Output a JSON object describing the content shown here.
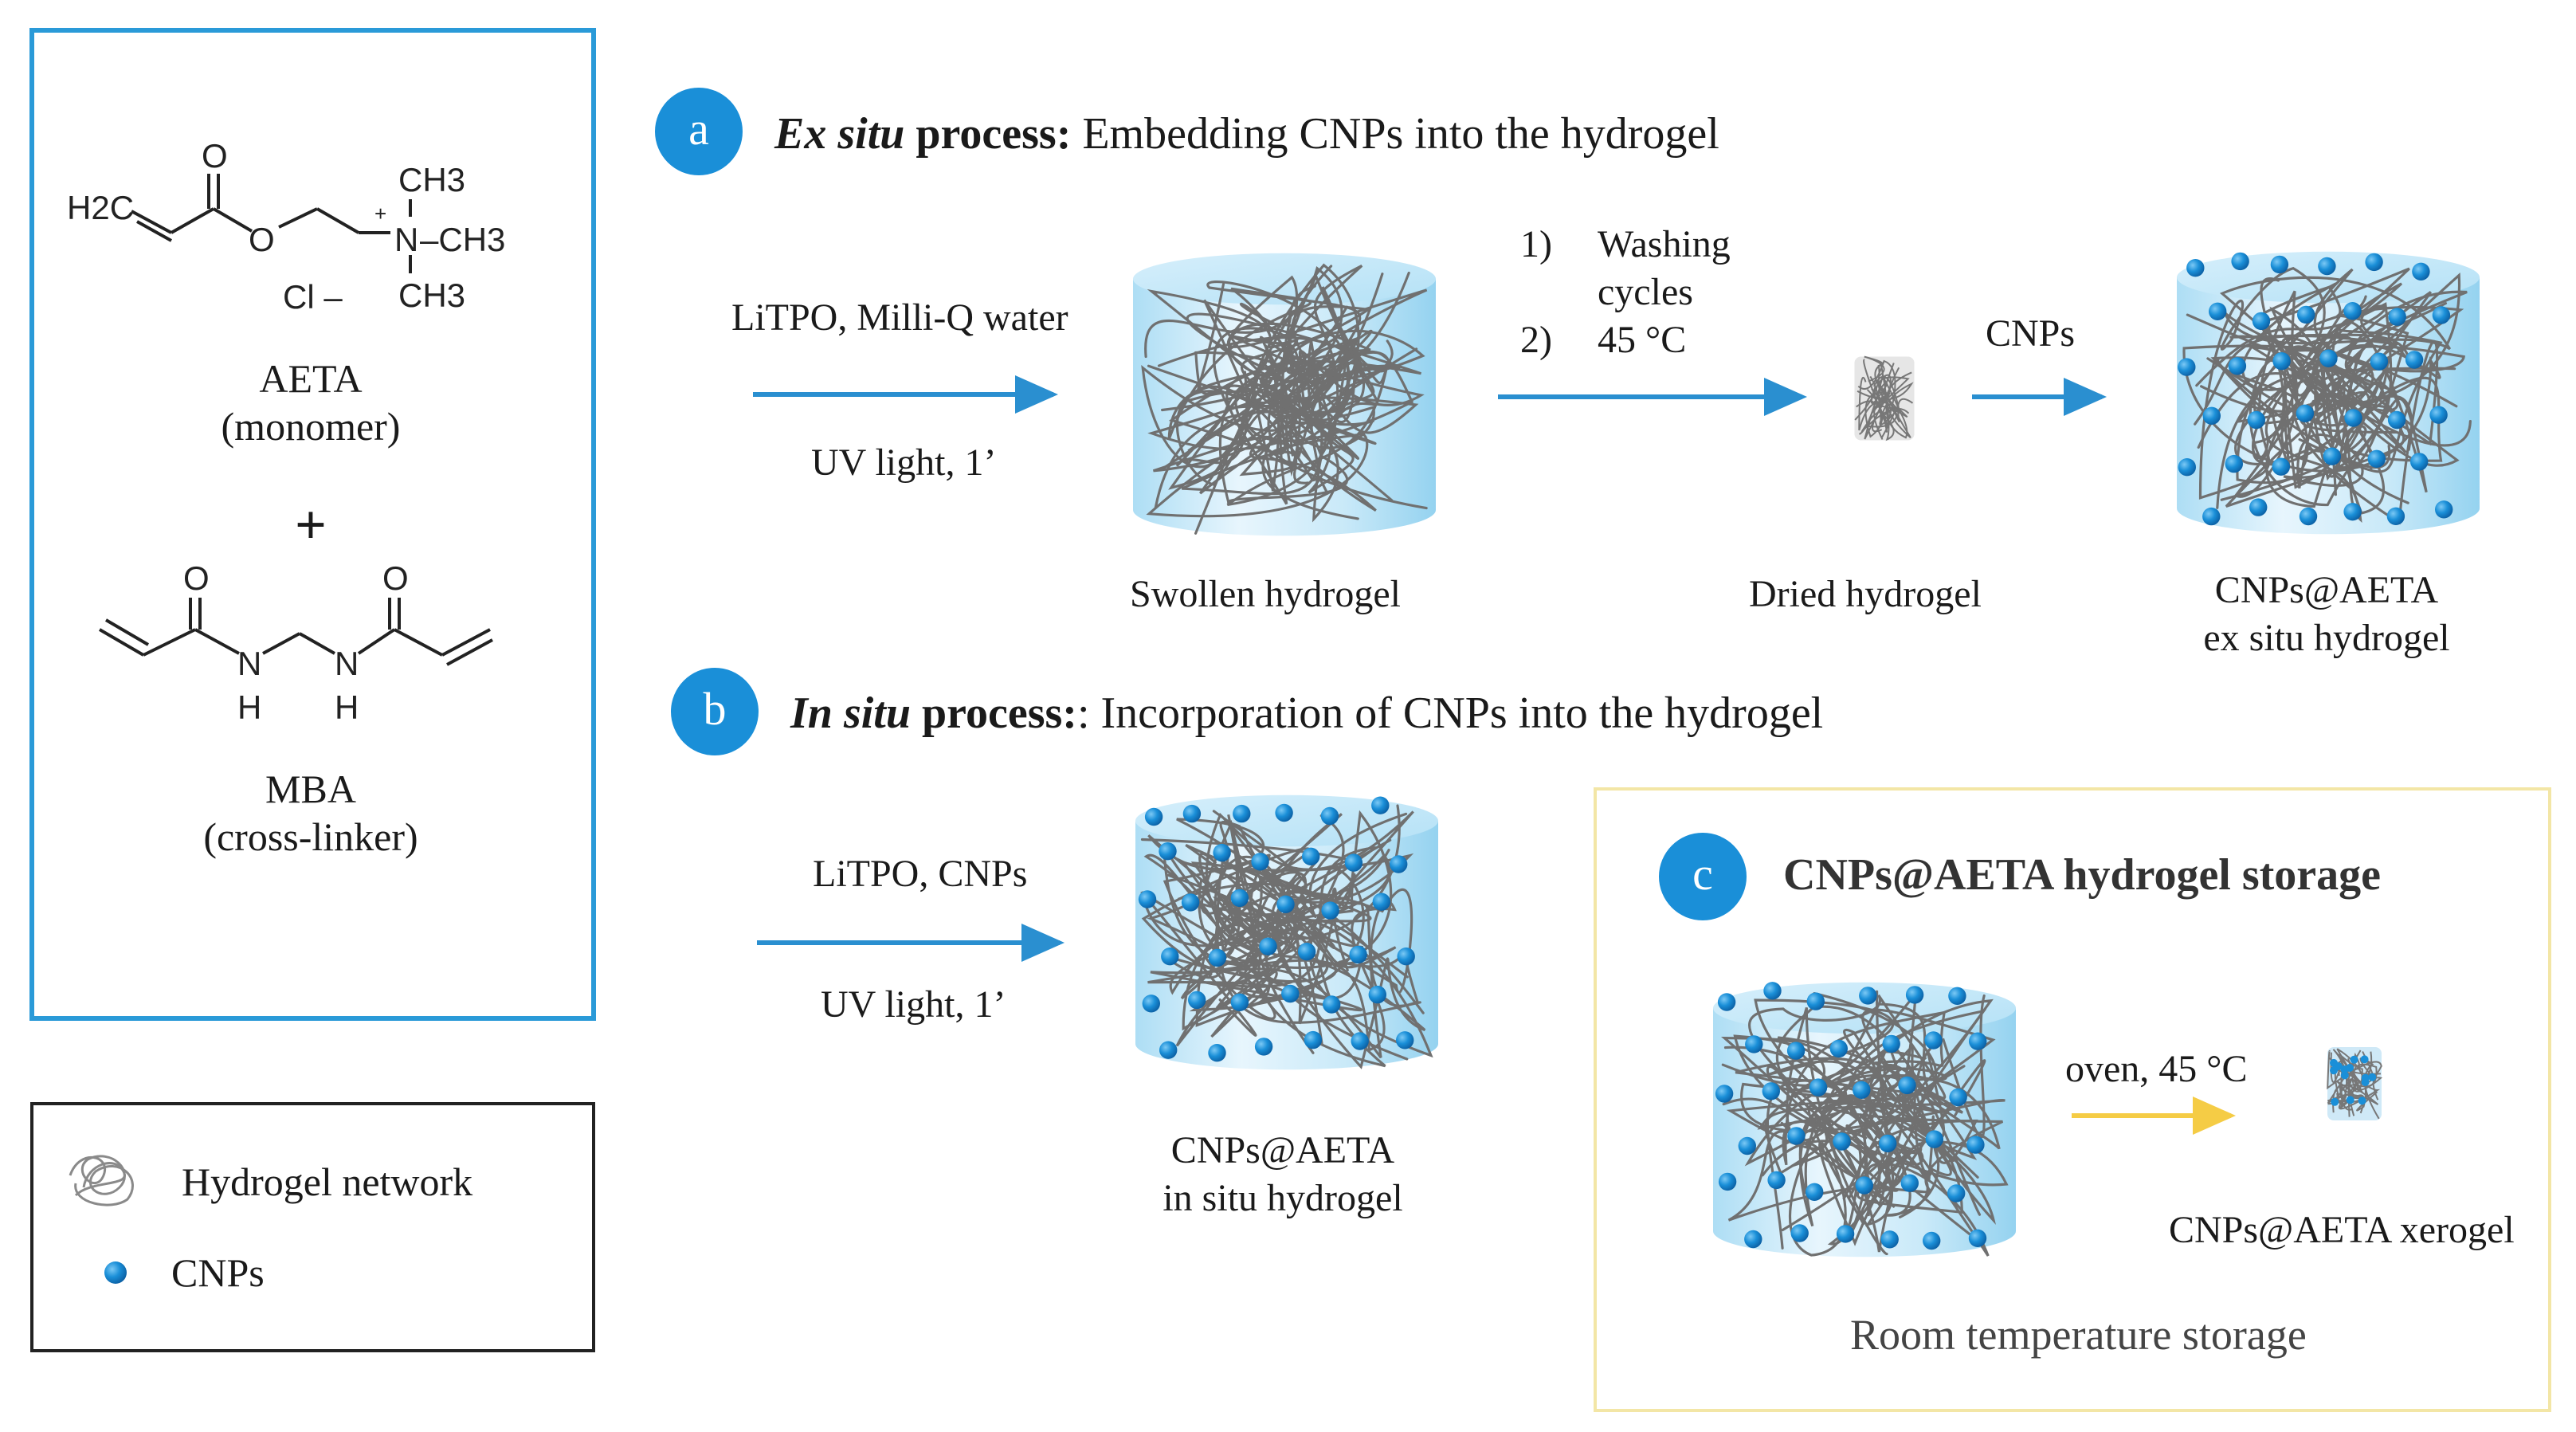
{
  "reagents": {
    "aeta_name": "AETA",
    "aeta_role": "(monomer)",
    "plus": "+",
    "mba_name": "MBA",
    "mba_role": "(cross-linker)",
    "aeta_structure_labels": [
      "O",
      "H2C",
      "O",
      "+",
      "CH3",
      "N",
      "–CH3",
      "CH3",
      "Cl –"
    ],
    "mba_structure_labels": [
      "O",
      "O",
      "N",
      "N",
      "H",
      "H"
    ]
  },
  "legend": {
    "network_label": "Hydrogel network",
    "cnps_label": "CNPs"
  },
  "panel_a": {
    "badge": "a",
    "title_italic": "Ex situ",
    "title_bold": " process:",
    "title_rest": " Embedding CNPs into the hydrogel",
    "step1_top": "LiTPO, Milli-Q water",
    "step1_bottom": "UV light, 1’",
    "swollen_label": "Swollen hydrogel",
    "wash_1_num": "1)",
    "wash_1_text_line1": "Washing",
    "wash_1_text_line2": "cycles",
    "wash_2_num": "2)",
    "wash_2_text": "45 °C",
    "dried_label": "Dried hydrogel",
    "cnps_arrow_label": "CNPs",
    "result_line1": "CNPs@AETA",
    "result_line2": "ex situ hydrogel"
  },
  "panel_b": {
    "badge": "b",
    "title_italic": "In situ",
    "title_bold": " process:",
    "title_rest": ": Incorporation of CNPs into the hydrogel",
    "step_top": "LiTPO, CNPs",
    "step_bottom": "UV light, 1’",
    "result_line1": "CNPs@AETA",
    "result_line2": "in situ hydrogel"
  },
  "panel_c": {
    "badge": "c",
    "title": "CNPs@AETA hydrogel storage",
    "arrow_label": "oven, 45 °C",
    "xerogel_label": "CNPs@AETA xerogel",
    "storage_label": "Room temperature storage"
  },
  "colors": {
    "accent_blue": "#1a8fd8",
    "panel_border_blue": "#2a9ad8",
    "panel_c_border": "#f3e6a6",
    "oven_arrow": "#f5cc45",
    "cylinder_light": "#e3f3fc",
    "cylinder_mid": "#9ed7f2",
    "network_gray": "#6f6f6f",
    "particle_blue": "#1489d6"
  }
}
